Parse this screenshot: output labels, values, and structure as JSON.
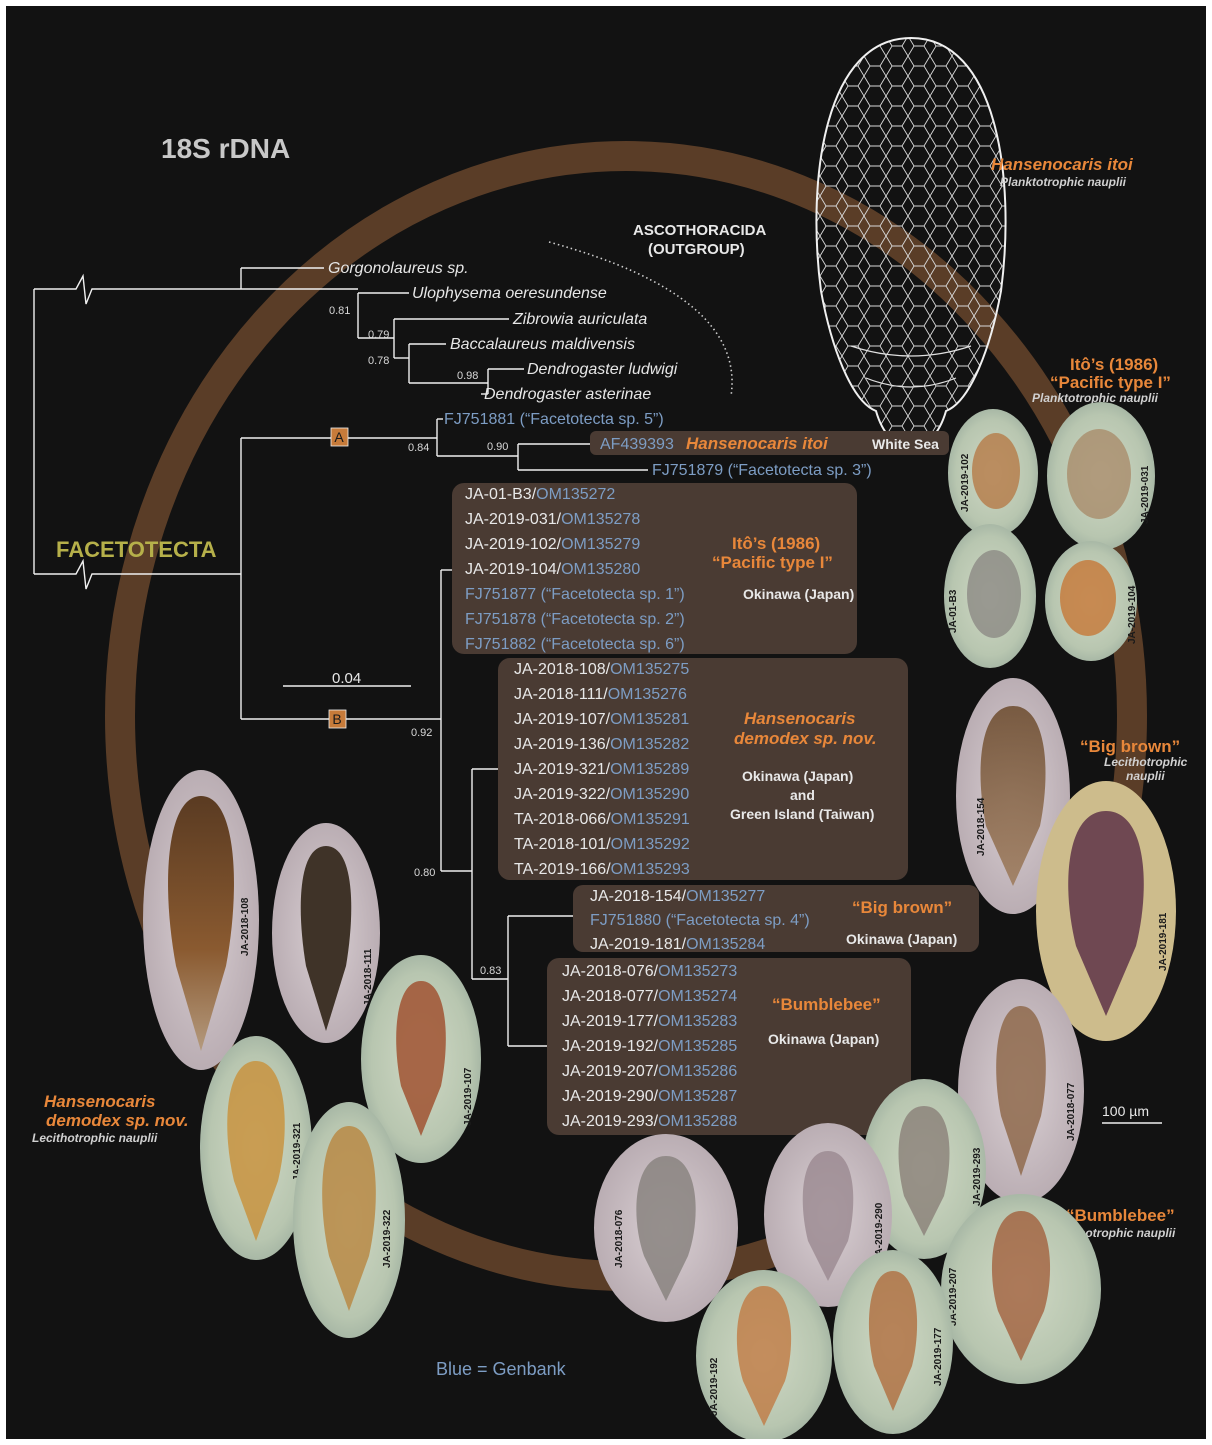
{
  "title": "18S rDNA",
  "outgroup": {
    "line1": "ASCOTHORACIDA",
    "line2": "(OUTGROUP)"
  },
  "facetotecta": "FACETOTECTA",
  "clade_a": "A",
  "clade_b": "B",
  "scale_bar": "0.04",
  "scale_100": "100 µm",
  "legend": "Blue = Genbank",
  "outgroup_taxa": [
    "Gorgonolaureus sp.",
    "Ulophysema oeresundense",
    "Zibrowia auriculata",
    "Baccalaureus maldivensis",
    "Dendrogaster ludwigi",
    "Dendrogaster asterinae"
  ],
  "supports": {
    "s081": "0.81",
    "s079": "0.79",
    "s078": "0.78",
    "s098": "0.98",
    "s084": "0.84",
    "s090": "0.90",
    "s092": "0.92",
    "s080": "0.80",
    "s083": "0.83"
  },
  "clade_a_taxa": {
    "fj5": "FJ751881 (“Facetotecta sp. 5”)",
    "af": "AF439393",
    "itoi": "Hansenocaris itoi",
    "white_sea": "White Sea",
    "fj3": "FJ751879 (“Facetotecta sp. 3”)"
  },
  "pacific": {
    "label1": "Itô’s (1986)",
    "label2": "“Pacific type I”",
    "location": "Okinawa (Japan)",
    "ja": [
      {
        "id": "JA-01-B3/",
        "acc": "OM135272"
      },
      {
        "id": "JA-2019-031/",
        "acc": "OM135278"
      },
      {
        "id": "JA-2019-102/",
        "acc": "OM135279"
      },
      {
        "id": "JA-2019-104/",
        "acc": "OM135280"
      }
    ],
    "gb": [
      "FJ751877 (“Facetotecta sp. 1”)",
      "FJ751878 (“Facetotecta sp. 2”)",
      "FJ751882 (“Facetotecta sp. 6”)"
    ]
  },
  "demodex": {
    "label1": "Hansenocaris",
    "label2": "demodex sp. nov.",
    "loc1": "Okinawa (Japan)",
    "loc2": "and",
    "loc3": "Green Island (Taiwan)",
    "items": [
      {
        "id": "JA-2018-108/",
        "acc": "OM135275"
      },
      {
        "id": "JA-2018-111/",
        "acc": "OM135276"
      },
      {
        "id": "JA-2019-107/",
        "acc": "OM135281"
      },
      {
        "id": "JA-2019-136/",
        "acc": "OM135282"
      },
      {
        "id": "JA-2019-321/",
        "acc": "OM135289"
      },
      {
        "id": "JA-2019-322/",
        "acc": "OM135290"
      },
      {
        "id": "TA-2018-066/",
        "acc": "OM135291"
      },
      {
        "id": "TA-2018-101/",
        "acc": "OM135292"
      },
      {
        "id": "TA-2019-166/",
        "acc": "OM135293"
      }
    ]
  },
  "bigbrown": {
    "label": "“Big brown”",
    "location": "Okinawa (Japan)",
    "i1": {
      "id": "JA-2018-154/",
      "acc": "OM135277"
    },
    "gb": "FJ751880  (“Facetotecta sp. 4”)",
    "i3": {
      "id": "JA-2019-181/",
      "acc": "OM135284"
    }
  },
  "bumblebee": {
    "label": "“Bumblebee”",
    "location": "Okinawa (Japan)",
    "items": [
      {
        "id": "JA-2018-076/",
        "acc": "OM135273"
      },
      {
        "id": "JA-2018-077/",
        "acc": "OM135274"
      },
      {
        "id": "JA-2019-177/",
        "acc": "OM135283"
      },
      {
        "id": "JA-2019-192/",
        "acc": "OM135285"
      },
      {
        "id": "JA-2019-207/",
        "acc": "OM135286"
      },
      {
        "id": "JA-2019-290/",
        "acc": "OM135287"
      },
      {
        "id": "JA-2019-293/",
        "acc": "OM135288"
      }
    ]
  },
  "side_labels": {
    "itoi_name": "Hansenocaris itoi",
    "itoi_sub": "Planktotrophic nauplii",
    "pacific_l1": "Itô’s (1986)",
    "pacific_l2": "“Pacific type I”",
    "pacific_sub": "Planktotrophic nauplii",
    "bb_name": "“Big brown”",
    "bb_sub1": "Lecithotrophic",
    "bb_sub2": "nauplii",
    "demodex_l1": "Hansenocaris",
    "demodex_l2": "demodex sp. nov.",
    "demodex_sub": "Lecithotrophic nauplii",
    "bumble_name": "“Bumblebee”",
    "bumble_sub": "Lecithotrophic nauplii"
  },
  "photos": {
    "p102": "JA-2019-102",
    "p031": "JA-2019-031",
    "pB3": "JA-01-B3",
    "p104": "JA-2019-104",
    "p154": "JA-2018-154",
    "p181": "JA-2019-181",
    "p108": "JA-2018-108",
    "p111": "JA-2018-111",
    "p107": "JA-2019-107",
    "p321": "JA-2019-321",
    "p322": "JA-2019-322",
    "p076": "JA-2018-076",
    "p290": "JA-2019-290",
    "p293": "JA-2019-293",
    "p077": "JA-2018-077",
    "p192": "JA-2019-192",
    "p177": "JA-2019-177",
    "p207": "JA-2019-207"
  },
  "colors": {
    "background": "#121212",
    "accent": "#e8873a",
    "genbank": "#7d9dc4",
    "ring": "#5a3d27",
    "box": "#4a3b33",
    "facetotecta": "#b6b04a"
  }
}
